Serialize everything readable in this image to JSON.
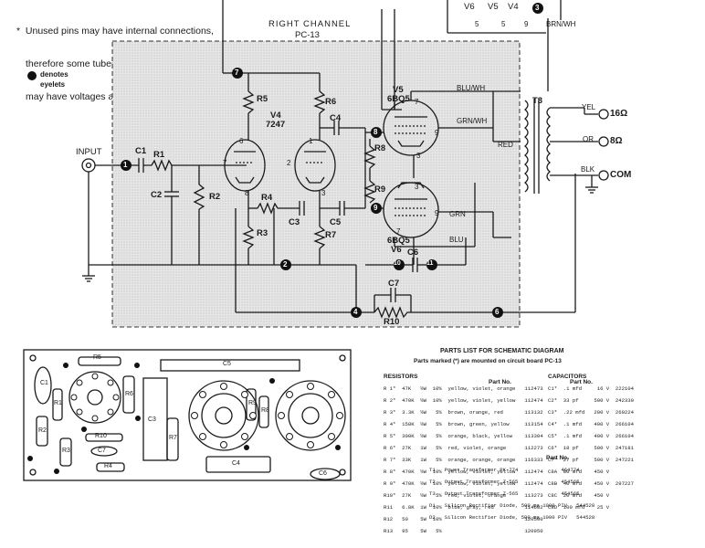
{
  "notes": {
    "unused_pins_line1": "*  Unused pins may have internal connections,",
    "unused_pins_line2": "therefore some tubes (depending on brand),",
    "unused_pins_line3": "may have voltages appear at these points.",
    "eyelets_line1": "denotes",
    "eyelets_line2": "eyelets"
  },
  "schematic": {
    "channel_title": "RIGHT CHANNEL",
    "board_label": "PC-13",
    "input_label": "INPUT",
    "components": {
      "c1": "C1",
      "r1": "R1",
      "c2": "C2",
      "r2": "R2",
      "r3": "R3",
      "r4": "R4",
      "r5": "R5",
      "r6": "R6",
      "r7": "R7",
      "r8": "R8",
      "r9": "R9",
      "r10": "R10",
      "c3": "C3",
      "c4": "C4",
      "c5": "C5",
      "c6": "C6",
      "c7": "C7",
      "v4": "V4",
      "v4_type": "7247",
      "v5": "V5",
      "v5_type": "6BQ5",
      "v6": "V6",
      "v6_type": "6BQ5",
      "t3": "T3"
    },
    "eyelets": [
      "1",
      "2",
      "3",
      "4",
      "6",
      "7",
      "8",
      "9",
      "10",
      "11"
    ],
    "wires": {
      "blu_wh": "BLU/WH",
      "grn_wh": "GRN/WH",
      "red": "RED",
      "grn": "GRN",
      "blu": "BLU",
      "yel": "YEL",
      "or": "OR",
      "blk": "BLK",
      "brn_wh": "BRN/WH"
    },
    "outputs": {
      "ohm16": "16Ω",
      "ohm8": "8Ω",
      "com": "COM"
    },
    "top_right": {
      "v6": "V6",
      "v5": "V5",
      "v4": "V4",
      "pin_a": "5",
      "pin_b": "5",
      "pin_c": "9"
    },
    "pins": {
      "p1": "1",
      "p2": "2",
      "p3": "3",
      "p6": "6",
      "p7": "7",
      "p8": "8",
      "p9": "9"
    }
  },
  "board": {
    "labels": [
      "R5",
      "C5",
      "C1",
      "R1",
      "R6",
      "C3",
      "R7",
      "R9",
      "R8",
      "R2",
      "R3",
      "R10",
      "C7",
      "R4",
      "C4",
      "C6"
    ]
  },
  "parts_list": {
    "title": "PARTS LIST FOR SCHEMATIC DIAGRAM",
    "subtitle": "Parts marked (*) are mounted on circuit board PC-13",
    "resistor_header": "RESISTORS",
    "partno_header": "Part No.",
    "resistors": [
      "R 1*  47K   ½W  10%  yellow, violet, orange   112473",
      "R 2*  470K  ½W  10%  yellow, violet, yellow   112474",
      "R 3*  3.3K  ½W   5%  brown, orange, red       113132",
      "R 4*  150K  ½W   5%  brown, green, yellow     113154",
      "R 5*  300K  ½W   5%  orange, black, yellow    113304",
      "R 6*  27K   1W   5%  red, violet, orange      112273",
      "R 7*  33K   1W   5%  orange, orange, orange   116333",
      "R 8*  470K  ½W  10%  yellow, violet, yellow   112474",
      "R 9*  470K  ½W  10%  yellow, violet, yellow   112474",
      "R10*  27K   ½W   5%  red, violet, orange      113273",
      "R11   6.8K  1W  10%  blue, gray, red          114682",
      "R12   50    5W  10%                           120500",
      "R13   95    5W   5%                           120950"
    ],
    "capacitor_header": "CAPACITORS",
    "capacitors": [
      "C1*  .1 mfd     16 V  222104",
      "C2*  33 pf     500 V  242330",
      "C3*  .22 mfd   200 V  260224",
      "C4*  .1 mfd    400 V  266104",
      "C5*  .1 mfd    400 V  266104",
      "C6*  18 pf     500 V  247181",
      "C7*  27 pf     500 V  247221",
      "C8A  80 mfd    450 V",
      "C8B  40 mfd    450 V  297227",
      "C8C  20 mfd    450 V",
      "C8D  100 mfd    25 V"
    ],
    "misc_header": "Part No.",
    "misc": [
      "T1   Power Transformer PK-774              464774",
      "T2   Output Transformer Z-565              454565",
      "T3   Output Transformer Z-565              454565",
      "D1   Silicon Rectifier Diode, 500 ma 1000 PIV   544528",
      "D2   Silicon Rectifier Diode, 500 ma 1000 PIV   544528"
    ]
  }
}
